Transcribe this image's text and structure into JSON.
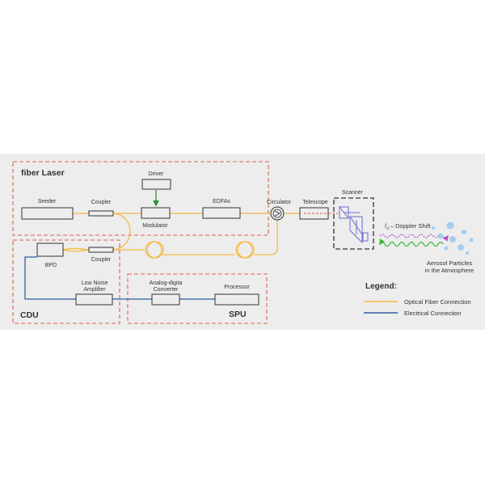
{
  "colors": {
    "background": "#ededed",
    "optical_fiber": "#f5b942",
    "electrical": "#2f5e9e",
    "region_border": "#e06050",
    "component_border": "#333333",
    "driver_arrow": "#2e8b3c",
    "scanner_mirror": "#6a6ad0",
    "doppler_wave": "#b455c8",
    "return_wave": "#35b335",
    "aerosol": "#a8cdee"
  },
  "regions": {
    "fiber_laser": "fiber Laser",
    "cdu": "CDU",
    "spu": "SPU"
  },
  "components": {
    "seeder": "Seeder",
    "coupler_top": "Coupler",
    "driver": "Driver",
    "modulator": "Modulator",
    "edfas": "EDFAs",
    "circulator": "Circulator",
    "telescope": "Telescope",
    "scanner": "Scanner",
    "bpd": "BPD",
    "coupler_bottom": "Coupler",
    "lna_line1": "Low Noise",
    "lna_line2": "Amplifier",
    "adc_line1": "Analog-digita",
    "adc_line2": "Converter",
    "processor": "Processor"
  },
  "atmosphere": {
    "doppler_symbol": "f",
    "doppler_subscript": "d",
    "doppler_text": "– Doppler Shift",
    "aerosol_line1": "Aerosol Particles",
    "aerosol_line2": "in the Atmosphere"
  },
  "legend": {
    "title": "Legend:",
    "optical": "Optical Fiber Connection",
    "electrical": "Electrical Connection"
  },
  "icons": {
    "circulator": "circulator-icon",
    "aerosol": "aerosol-particles-icon"
  }
}
